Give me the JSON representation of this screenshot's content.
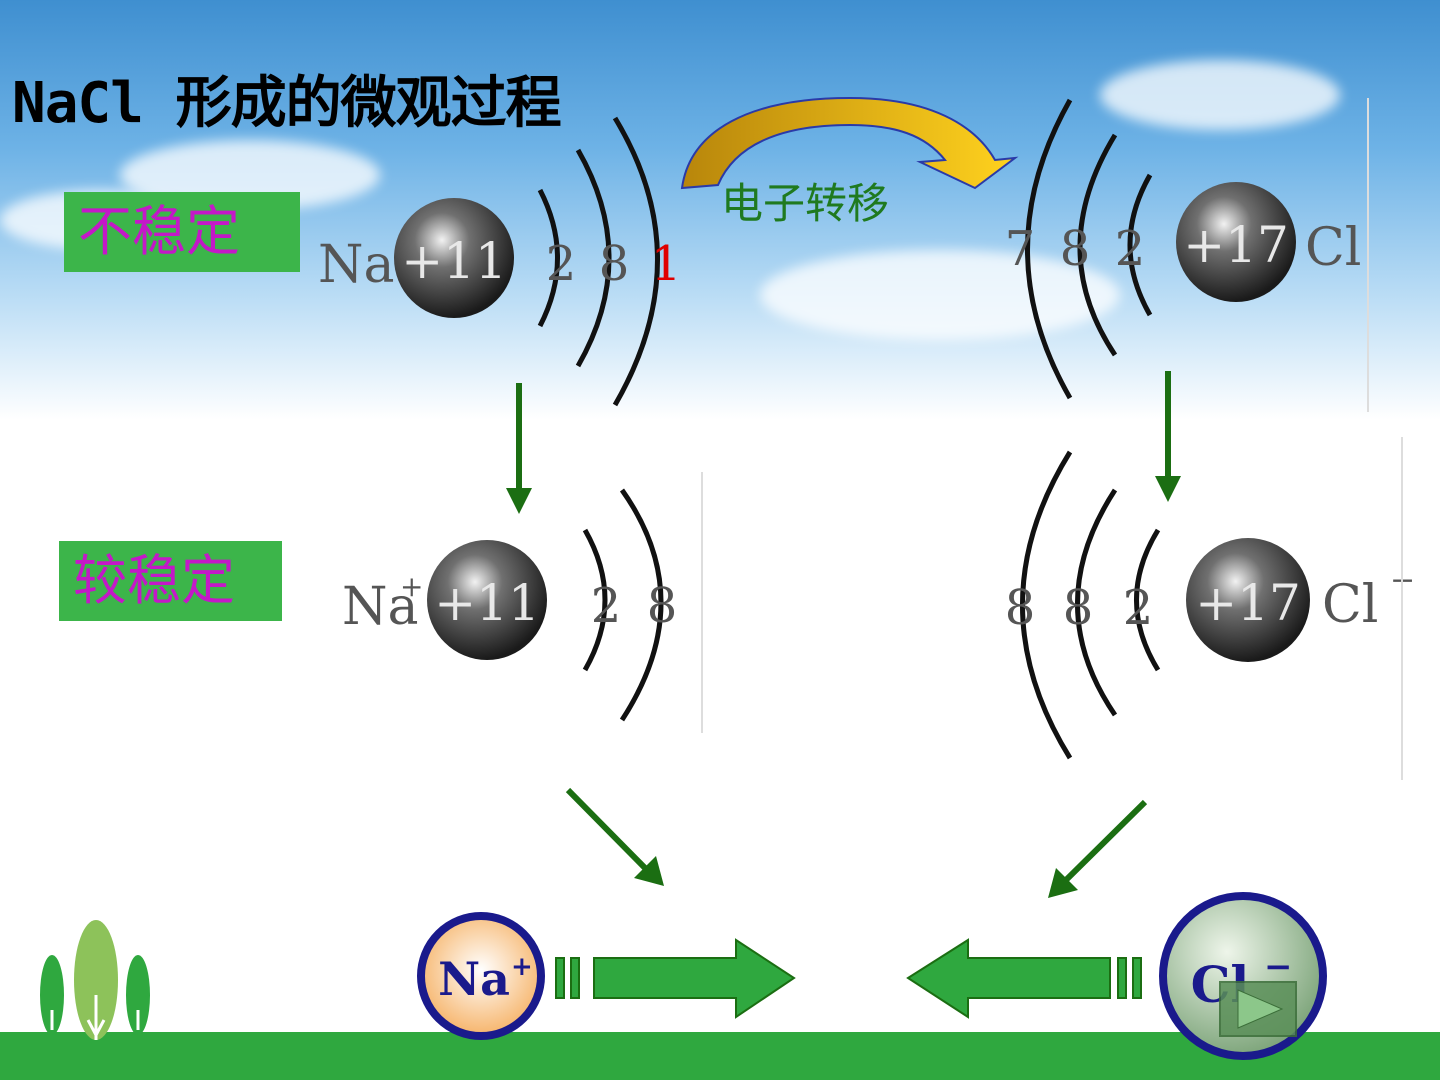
{
  "title": "NaCl 形成的微观过程",
  "labels": {
    "unstable": "不稳定",
    "stable": "较稳定",
    "transfer": "电子转移"
  },
  "na_atom": {
    "symbol": "Na",
    "nucleus": "+11",
    "shells": [
      "2",
      "8",
      "1"
    ]
  },
  "cl_atom": {
    "symbol": "Cl",
    "nucleus": "+17",
    "shells": [
      "7",
      "8",
      "2"
    ]
  },
  "na_ion": {
    "symbol": "Na",
    "superscript": "+",
    "nucleus": "+11",
    "shells": [
      "2",
      "8"
    ]
  },
  "cl_ion": {
    "symbol": "Cl",
    "superscript": "−",
    "nucleus": "+17",
    "shells": [
      "8",
      "8",
      "2"
    ]
  },
  "bottom": {
    "na_symbol": "Na",
    "na_sup": "+",
    "cl_symbol": "Cl",
    "cl_sup": "−"
  },
  "colors": {
    "label_bg": "#3cb54a",
    "label_text": "#c418c8",
    "arrow_green": "#1b6e12",
    "transfer_text": "#1f7a1f",
    "lost_electron": "#e00000",
    "ground": "#2fa83f"
  }
}
